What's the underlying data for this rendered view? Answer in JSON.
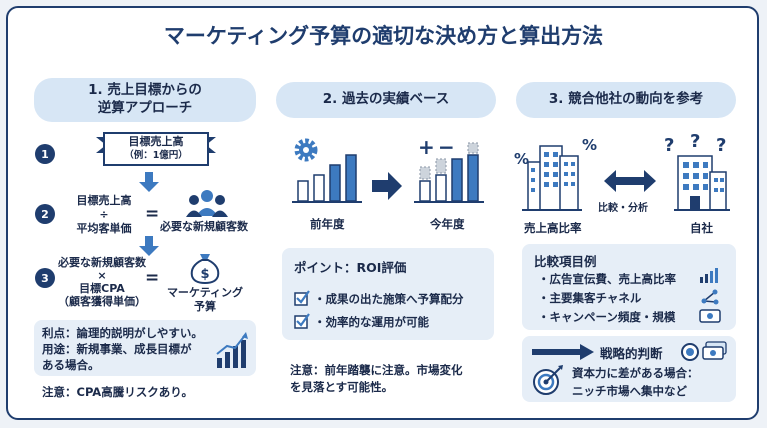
{
  "title": "マーケティング予算の適切な決め方と算出方法",
  "sections": [
    {
      "number": "1.",
      "title_line1": "売上目標からの",
      "title_line2": "逆算アプローチ"
    },
    {
      "number": "2.",
      "title": "過去の実績ベース"
    },
    {
      "number": "3.",
      "title": "競合他社の動向を参考"
    }
  ],
  "col1": {
    "steps": [
      "1",
      "2",
      "3"
    ],
    "target_box": {
      "title": "目標売上高",
      "note": "（例：1億円）"
    },
    "step2": {
      "line1": "目標売上高",
      "op": "÷",
      "line2": "平均客単価",
      "eq": "=",
      "result": "必要な新規顧客数"
    },
    "step3": {
      "line1": "必要な新規顧客数",
      "op": "×",
      "line2": "目標CPA",
      "line3": "（顧客獲得単価）",
      "eq": "=",
      "result_line1": "マーケティング",
      "result_line2": "予算"
    },
    "info": {
      "merit": "利点：論理的説明がしやすい。",
      "use_line1": "用途：新規事業、成長目標が",
      "use_line2": "ある場合。"
    },
    "caution": "注意：CPA高騰リスクあり。"
  },
  "col2": {
    "prev_year": "前年度",
    "this_year": "今年度",
    "plus": "+",
    "minus": "−",
    "point_title": "ポイント：ROI評価",
    "points": [
      "・成果の出た施策へ予算配分",
      "・効率的な運用が可能"
    ],
    "caution_line1": "注意：前年踏襲に注意。市場変化",
    "caution_line2": "を見落とす可能性。"
  },
  "col3": {
    "competitor": "売上高比率",
    "compare": "比較・分析",
    "own": "自社",
    "percent": "%",
    "question": "?",
    "examples_title": "比較項目例",
    "examples": [
      "・広告宣伝費、売上高比率",
      "・主要集客チャネル",
      "・キャンペーン頻度・規模"
    ],
    "strategy_title": "戦略的判断",
    "strategy_line1": "資本力に差がある場合：",
    "strategy_line2": "ニッチ市場へ集中など"
  },
  "colors": {
    "navy": "#1f3d6e",
    "light_blue": "#d7e6f5",
    "mid_blue": "#3d7ac0",
    "panel": "#e6eef7"
  }
}
